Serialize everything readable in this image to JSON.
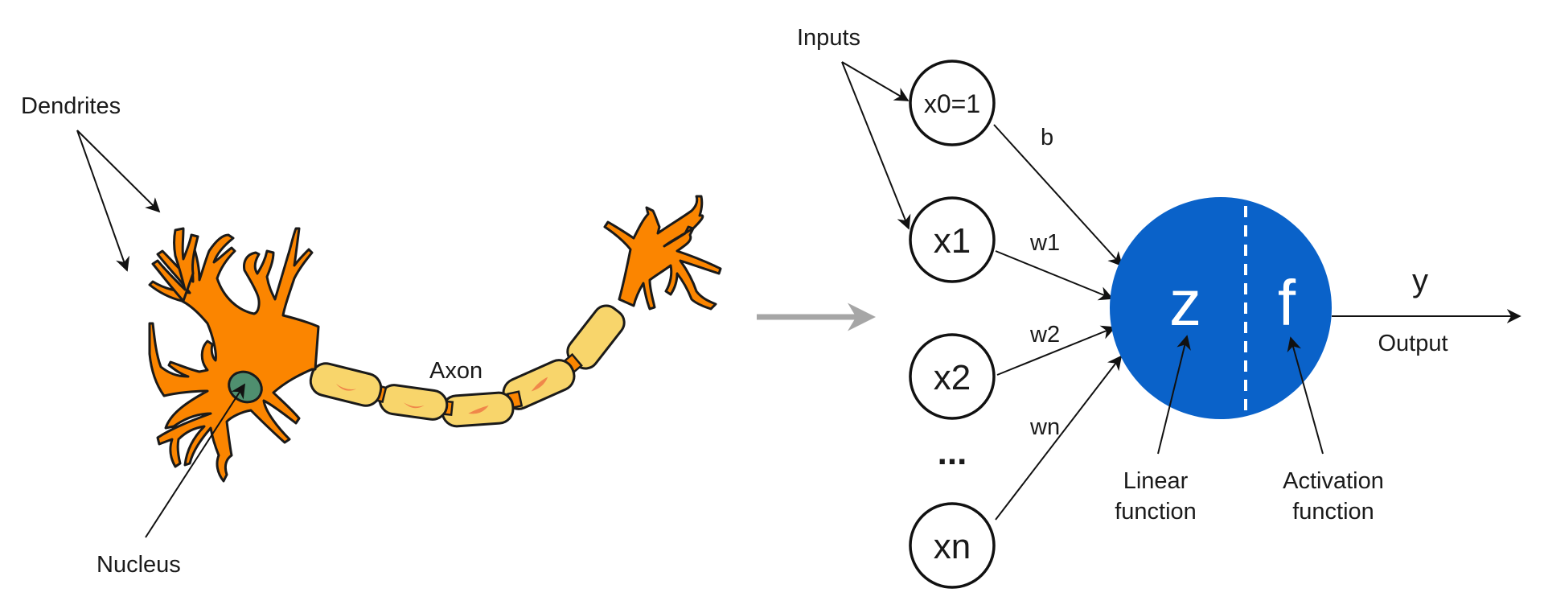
{
  "biological_neuron": {
    "labels": {
      "dendrites": "Dendrites",
      "nucleus": "Nucleus",
      "axon": "Axon"
    },
    "colors": {
      "cell_body": "#fb8500",
      "myelin": "#f8d56b",
      "nucleus": "#4f8f6f",
      "schwann_nucleus": "#f0874a"
    }
  },
  "transition_arrow": {
    "color": "#a6a6a6"
  },
  "artificial_neuron": {
    "inputs_label": "Inputs",
    "input_nodes": [
      {
        "label": "x0=1",
        "weight": "b"
      },
      {
        "label": "x1",
        "weight": "w1"
      },
      {
        "label": "x2",
        "weight": "w2"
      },
      {
        "label": "xn",
        "weight": "wn"
      }
    ],
    "ellipsis": "...",
    "unit": {
      "linear_symbol": "z",
      "activation_symbol": "f",
      "color": "#0a62c9"
    },
    "linear_label": [
      "Linear",
      "function"
    ],
    "activation_label": [
      "Activation",
      "function"
    ],
    "output_symbol": "y",
    "output_label": "Output"
  }
}
